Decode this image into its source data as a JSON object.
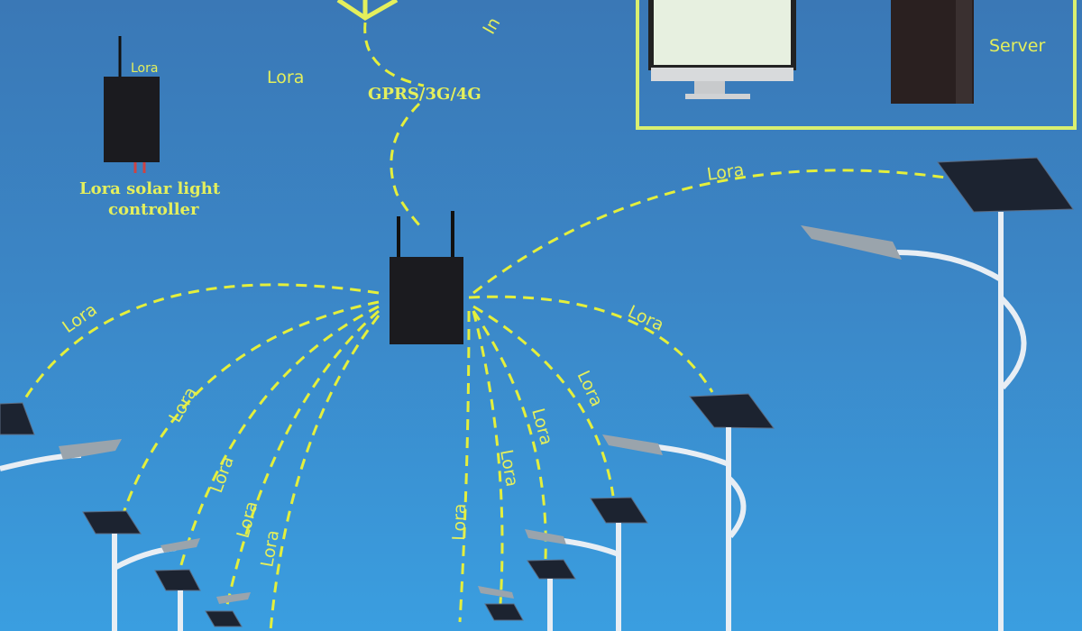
{
  "labels": {
    "lora_top": "Lora",
    "gprs": "GPRS/3G/4G",
    "internet_partial": "In",
    "server": "Server",
    "controller_lora": "Lora",
    "controller_title_1": "Lora solar light",
    "controller_title_2": "controller",
    "link_label": "Lora"
  },
  "colors": {
    "sky": "#3a86c6",
    "accent": "#e4ef5c"
  }
}
